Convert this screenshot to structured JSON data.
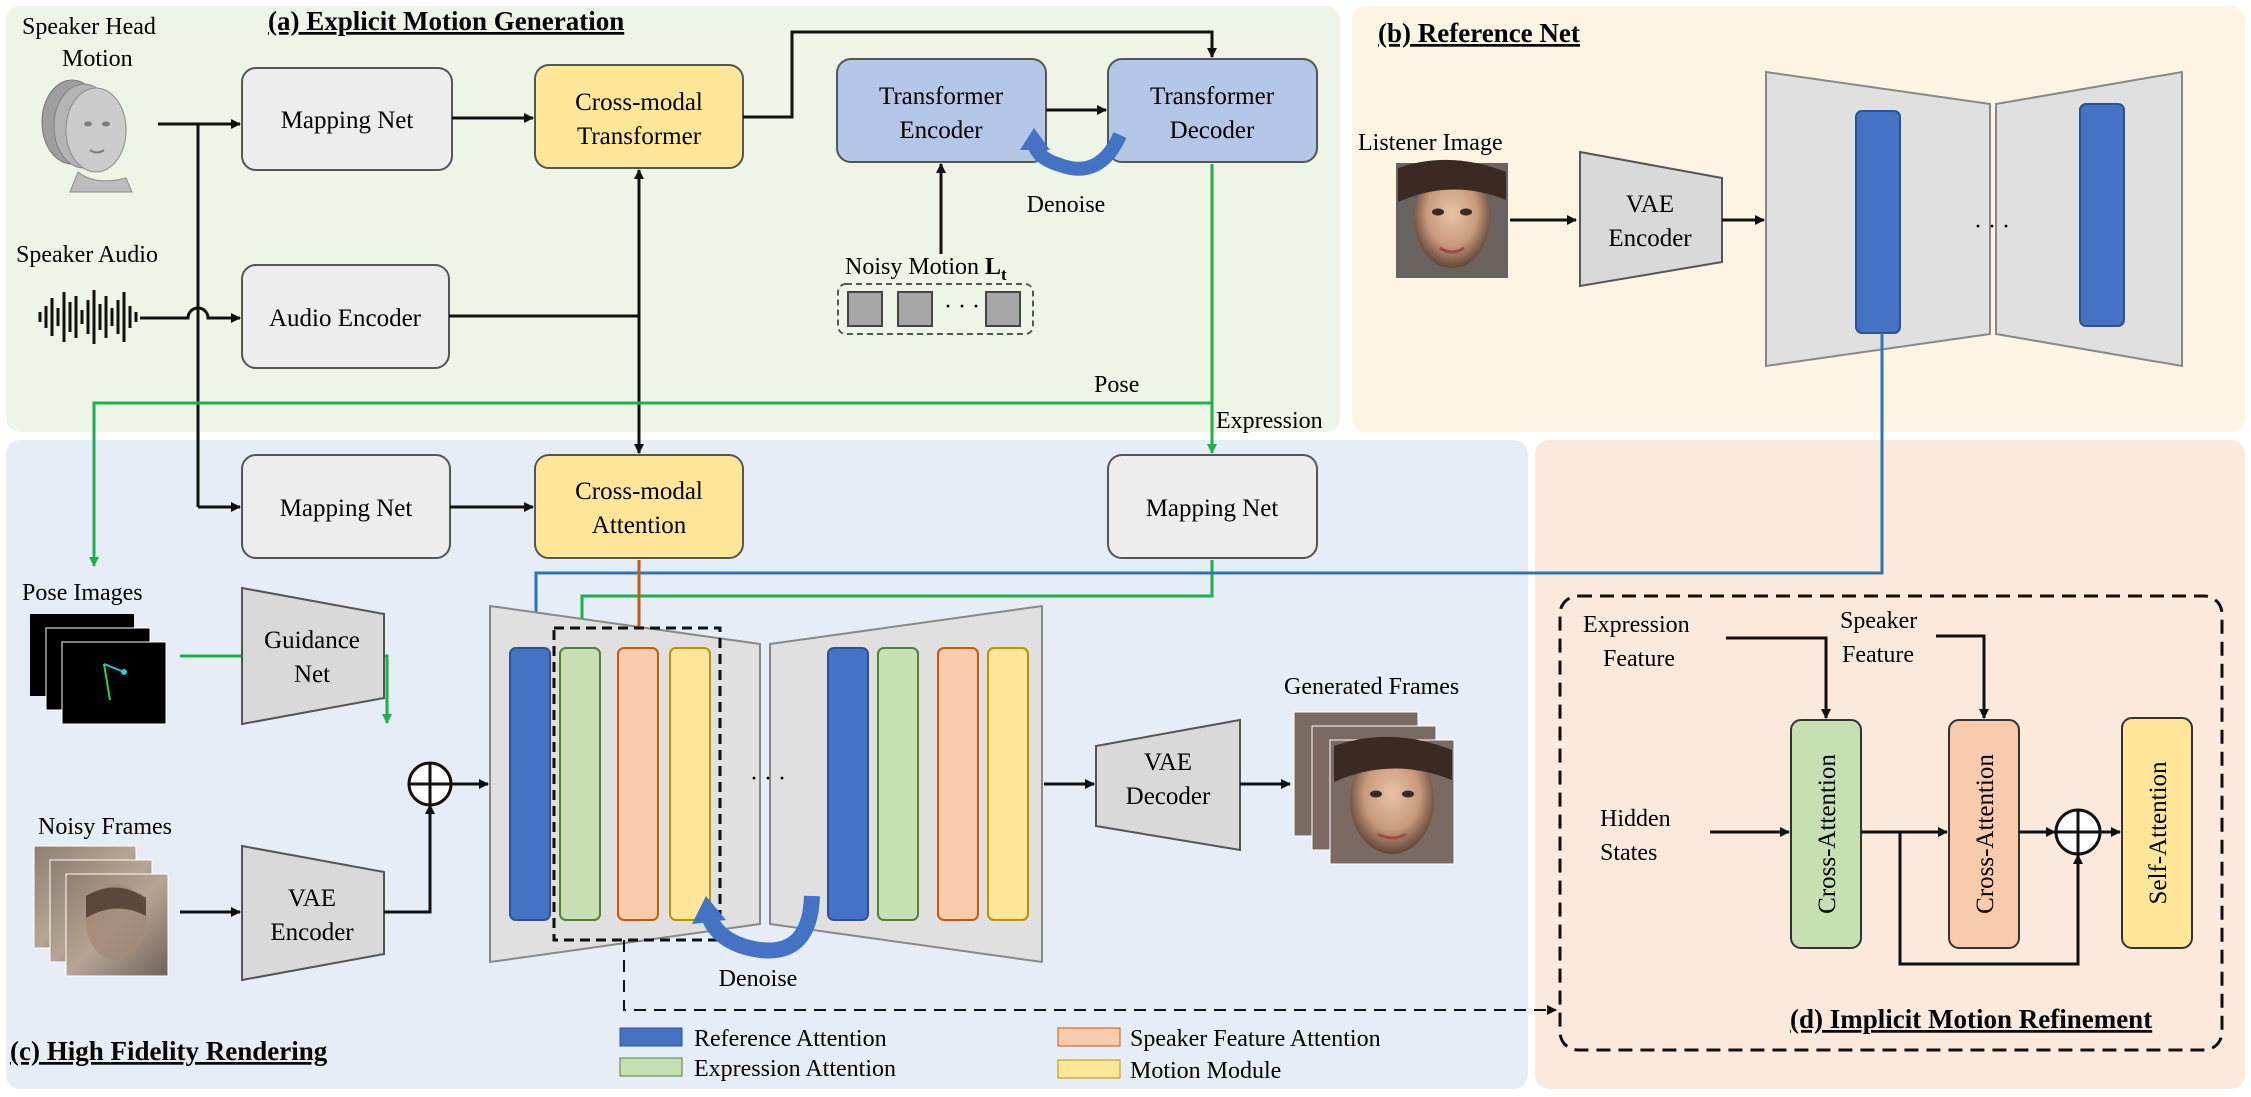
{
  "panels": {
    "a": {
      "title": "(a) Explicit Motion Generation"
    },
    "b": {
      "title": "(b) Reference Net"
    },
    "c": {
      "title": "(c) High Fidelity Rendering"
    },
    "d": {
      "title": "(d) Implicit Motion Refinement"
    }
  },
  "inputs": {
    "speaker_head_motion": [
      "Speaker Head",
      "Motion"
    ],
    "speaker_audio": "Speaker Audio",
    "noisy_motion_prefix": "Noisy Motion ",
    "noisy_motion_symbol": "L",
    "noisy_motion_sub": "t",
    "listener_image": "Listener Image",
    "pose_images": "Pose Images",
    "noisy_frames": "Noisy Frames",
    "generated_frames": "Generated Frames"
  },
  "boxes": {
    "mapping_net_a": "Mapping Net",
    "cross_modal_transformer": [
      "Cross-modal",
      "Transformer"
    ],
    "transformer_encoder": [
      "Transformer",
      "Encoder"
    ],
    "transformer_decoder": [
      "Transformer",
      "Decoder"
    ],
    "audio_encoder": "Audio Encoder",
    "vae_encoder_b": [
      "VAE",
      "Encoder"
    ],
    "mapping_net_c1": "Mapping Net",
    "cross_modal_attention": [
      "Cross-modal",
      "Attention"
    ],
    "mapping_net_c2": "Mapping Net",
    "guidance_net": [
      "Guidance",
      "Net"
    ],
    "vae_encoder_c": [
      "VAE",
      "Encoder"
    ],
    "vae_decoder": [
      "VAE",
      "Decoder"
    ]
  },
  "flow_labels": {
    "denoise_top": "Denoise",
    "denoise_bottom": "Denoise",
    "pose": "Pose",
    "expression": "Expression",
    "ellipsis": "· · ·"
  },
  "refinement": {
    "expression_feature": [
      "Expression",
      "Feature"
    ],
    "speaker_feature": [
      "Speaker",
      "Feature"
    ],
    "hidden_states": [
      "Hidden",
      "States"
    ],
    "block1": "Cross-Attention",
    "block2": "Cross-Attention",
    "block3": "Self-Attention"
  },
  "legend": [
    {
      "label": "Reference Attention",
      "color": "#4472C4"
    },
    {
      "label": "Expression Attention",
      "color": "#C6E0B4"
    },
    {
      "label": "Speaker Feature Attention",
      "color": "#F8CBAD"
    },
    {
      "label": "Motion Module",
      "color": "#FFE699"
    }
  ],
  "colors": {
    "panel_a_bg": "#EEF4E6",
    "panel_b_bg": "#FDF4E2",
    "panel_c_bg": "#E7EDF6",
    "panel_d_bg": "#FBE9DC",
    "yellow_box": "#FFE699",
    "blue_box": "#B4C7E7",
    "gray_box": "#EDEDED",
    "green_arrow": "#1EB04B",
    "blue_arrow": "#2E75B6",
    "orange_arrow": "#C55A11"
  }
}
